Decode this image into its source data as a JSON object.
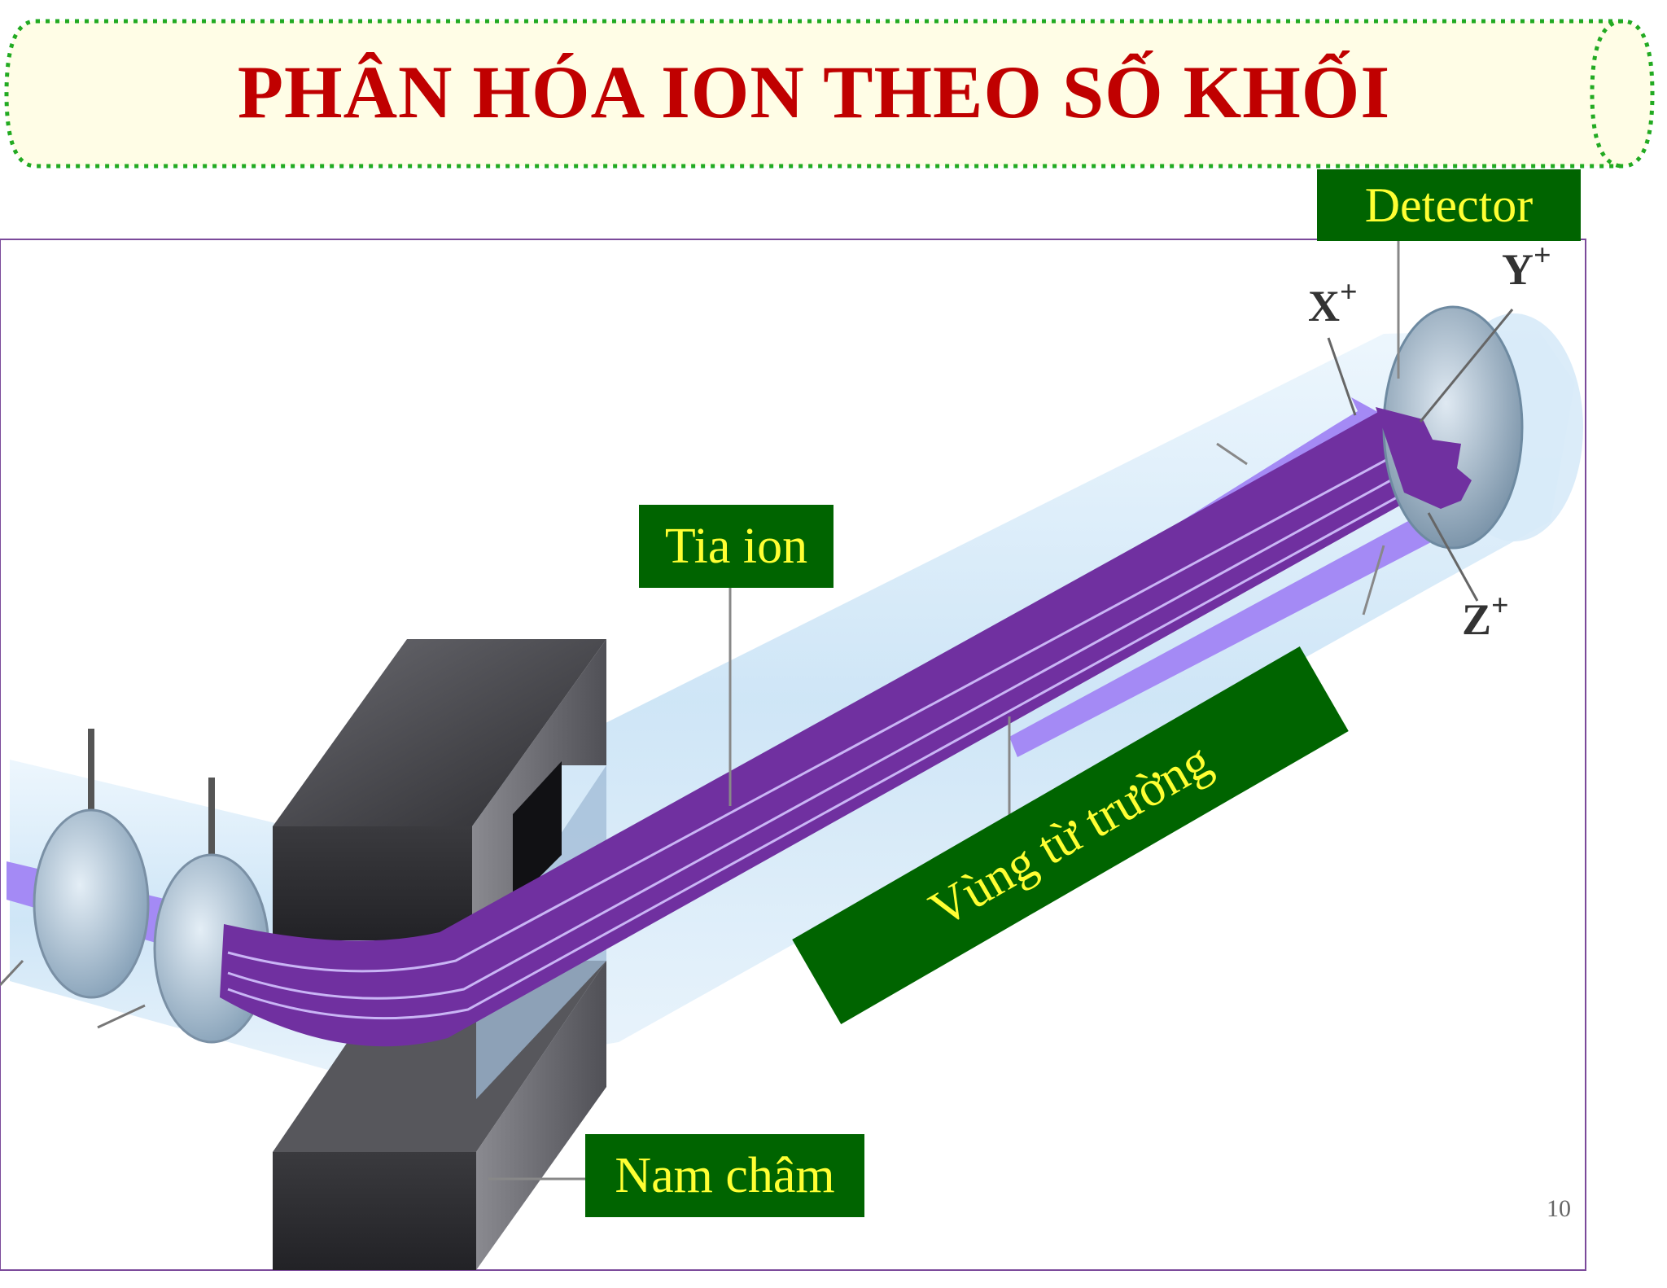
{
  "title": "PHÂN HÓA ION THEO SỐ KHỐI",
  "labels": {
    "detector": "Detector",
    "ion_beam": "Tia ion",
    "magnet": "Nam châm",
    "field_region": "Vùng từ trường"
  },
  "ions": {
    "x": {
      "letter": "X",
      "charge": "+"
    },
    "y": {
      "letter": "Y",
      "charge": "+"
    },
    "z": {
      "letter": "Z",
      "charge": "+"
    }
  },
  "page_number": "10",
  "colors": {
    "title_text": "#c00000",
    "title_background": "#fffde6",
    "title_border": "#22aa22",
    "label_background": "#006400",
    "label_text": "#ffff33",
    "ion_beam": "#7030a0",
    "ion_beam_light": "#a07cf0",
    "magnet": "#3a3a3e",
    "tube": "#cfe6f7"
  }
}
